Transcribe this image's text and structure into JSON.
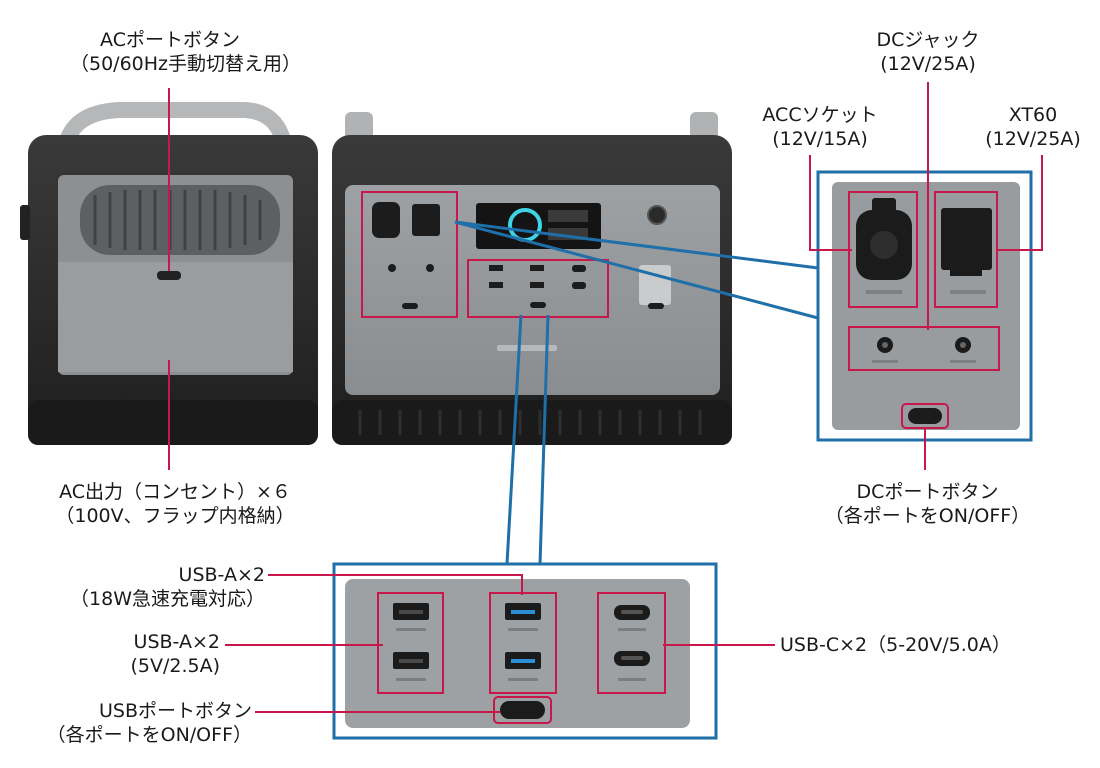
{
  "labels": {
    "ac_port_button": {
      "line1": "ACポートボタン",
      "line2": "（50/60Hz手動切替え用）"
    },
    "dc_jack": {
      "line1": "DCジャック",
      "line2": "(12V/25A)"
    },
    "acc_socket": {
      "line1": "ACCソケット",
      "line2": "(12V/15A)"
    },
    "xt60": {
      "line1": "XT60",
      "line2": "(12V/25A)"
    },
    "ac_output": {
      "line1": "AC出力（コンセント）×６",
      "line2": "（100V、フラップ内格納）"
    },
    "dc_port_button": {
      "line1": "DCポートボタン",
      "line2": "（各ポートをON/OFF）"
    },
    "usb_a_fast": {
      "line1": "USB-A×2",
      "line2": "（18W急速充電対応）"
    },
    "usb_a_std": {
      "line1": "USB-A×2",
      "line2": "(5V/2.5A)"
    },
    "usb_port_button": {
      "line1": "USBポートボタン",
      "line2": "（各ポートをON/OFF）"
    },
    "usb_c": {
      "line1": "USB-C×2（5-20V/5.0A）"
    }
  },
  "colors": {
    "callout_line": "#c8174a",
    "zoom_frame": "#1f6fa8",
    "body_dark": "#2b2b2b",
    "body_gray": "#8f9294",
    "panel_gray": "#a4a7a9"
  },
  "icons": {
    "usb_a_fast_port": "usb-a-blue-icon",
    "usb_a_port": "usb-a-icon",
    "usb_c_port": "usb-c-icon",
    "acc_socket": "cigarette-socket-icon",
    "xt60": "xt60-connector-icon",
    "dc_jack": "dc-jack-icon"
  }
}
